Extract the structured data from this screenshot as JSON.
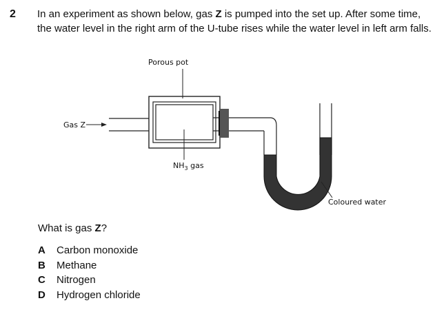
{
  "question": {
    "number": "2",
    "stem_part1": "In an experiment as shown below, gas ",
    "stem_bold": "Z",
    "stem_part2": " is pumped into the set up. After some time, the water level in the right arm of the U-tube rises while the water level in left arm falls.",
    "prompt_part1": "What is gas ",
    "prompt_bold": "Z",
    "prompt_part2": "?"
  },
  "diagram": {
    "label_porous_pot": "Porous pot",
    "label_gas_z": "Gas Z",
    "label_nh3_pre": "NH",
    "label_nh3_sub": "3",
    "label_nh3_post": " gas",
    "label_coloured_water": "Coloured water",
    "water_color": "#333333"
  },
  "options": [
    {
      "letter": "A",
      "text": "Carbon monoxide"
    },
    {
      "letter": "B",
      "text": "Methane"
    },
    {
      "letter": "C",
      "text": "Nitrogen"
    },
    {
      "letter": "D",
      "text": "Hydrogen chloride"
    }
  ]
}
